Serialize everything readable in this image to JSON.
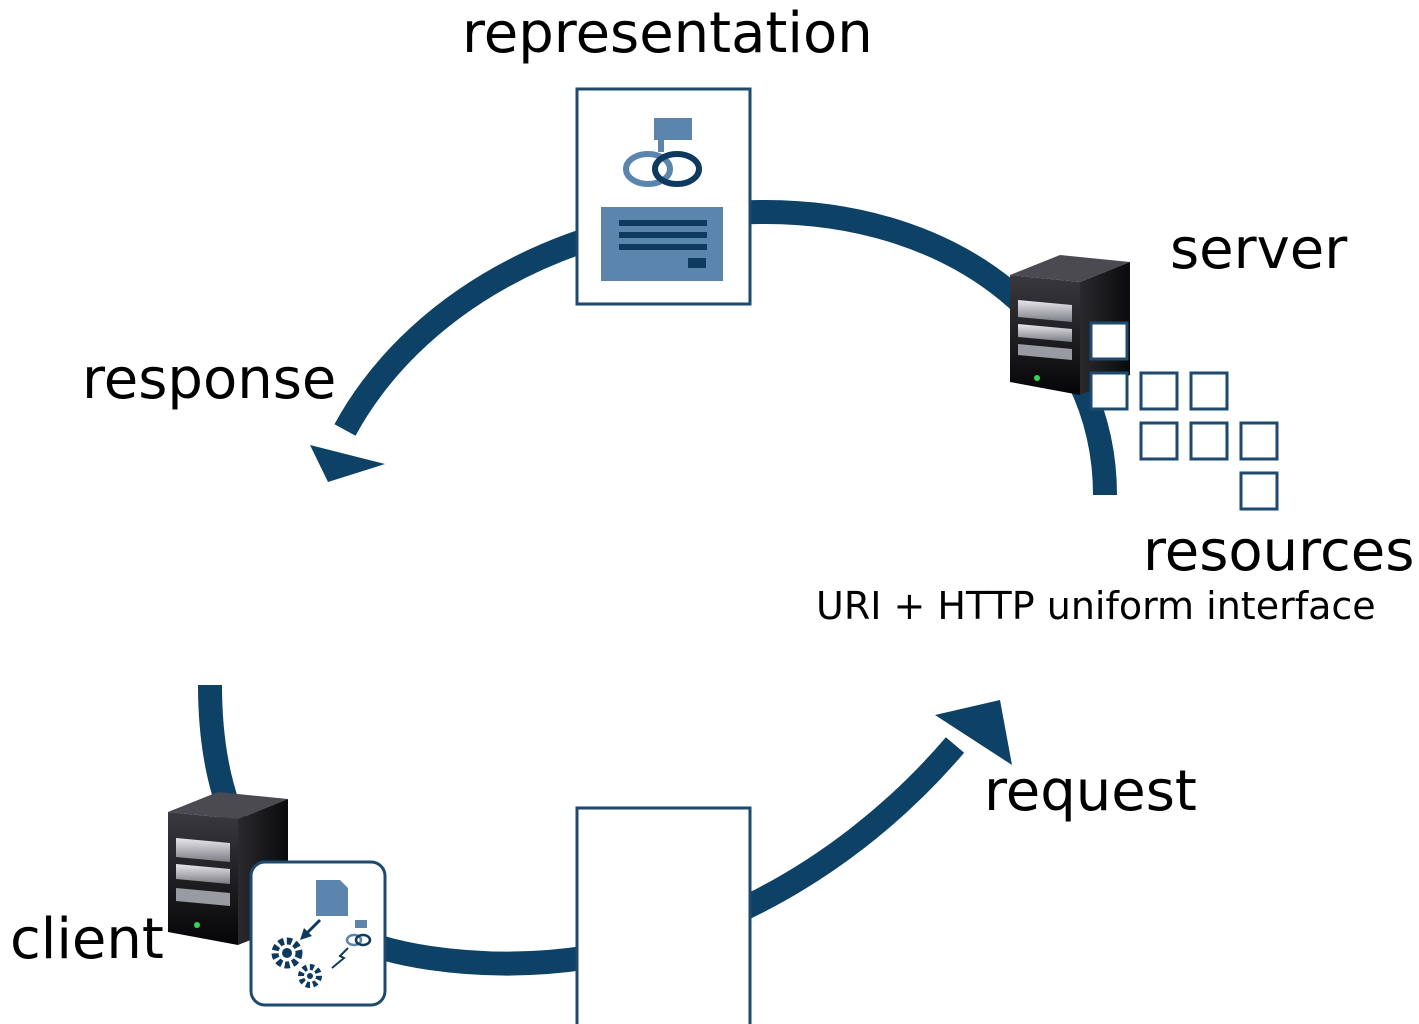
{
  "labels": {
    "representation": "representation",
    "server": "server",
    "response": "response",
    "resources": "resources",
    "uri": "URI + HTTP uniform interface",
    "request": "request",
    "client": "client"
  },
  "icons": {
    "representation_doc": "document-with-linked-rings-icon",
    "server": "server-tower-icon",
    "client": "server-tower-icon",
    "client_app": "gears-processing-icon",
    "resources": "resource-grid-icon",
    "request_doc": "blank-document-icon"
  },
  "colors": {
    "arrow": "#0d4166",
    "doc_accent": "#5b85ad",
    "doc_dark": "#0f3a60",
    "frame": "#1d4a6e"
  }
}
